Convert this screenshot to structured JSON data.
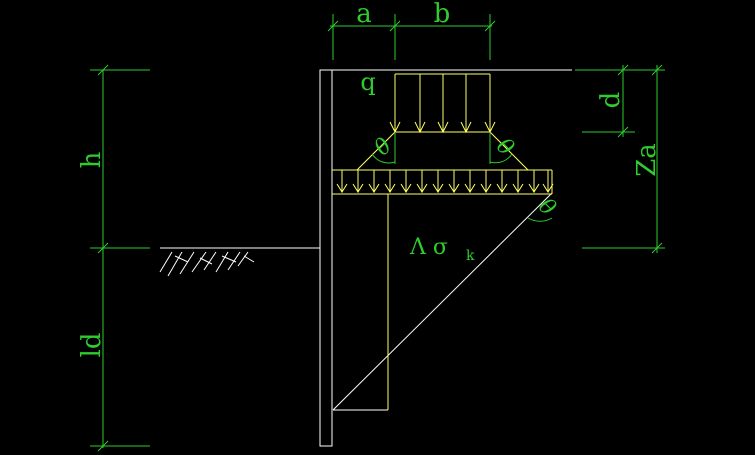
{
  "colors": {
    "background": "#000000",
    "structure": "#ffffff",
    "load": "#ffff66",
    "dimension": "#2ecc2e"
  },
  "labels": {
    "a": "a",
    "b": "b",
    "q": "q",
    "d": "d",
    "za": "Za",
    "h": "h",
    "ld": "ld",
    "theta": "θ",
    "sigma": "Λ σ",
    "sigma_sub": "k"
  }
}
